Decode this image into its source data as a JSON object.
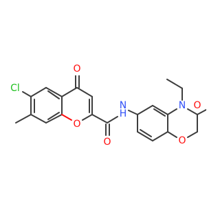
{
  "molecule": {
    "atoms": {
      "cl": "Cl",
      "o_keto_top": "O",
      "o_ring_pyran": "O",
      "o_amide": "O",
      "n_amide": "N",
      "h_amide": "H",
      "n_ring": "N",
      "o_lactam": "O",
      "o_ring_oxazine": "O"
    },
    "colors": {
      "bond": "#3d3d3d",
      "oxygen": "#ff0d0d",
      "nitrogen": "#3050f8",
      "chlorine": "#1fc01f",
      "background": "#ffffff"
    }
  }
}
